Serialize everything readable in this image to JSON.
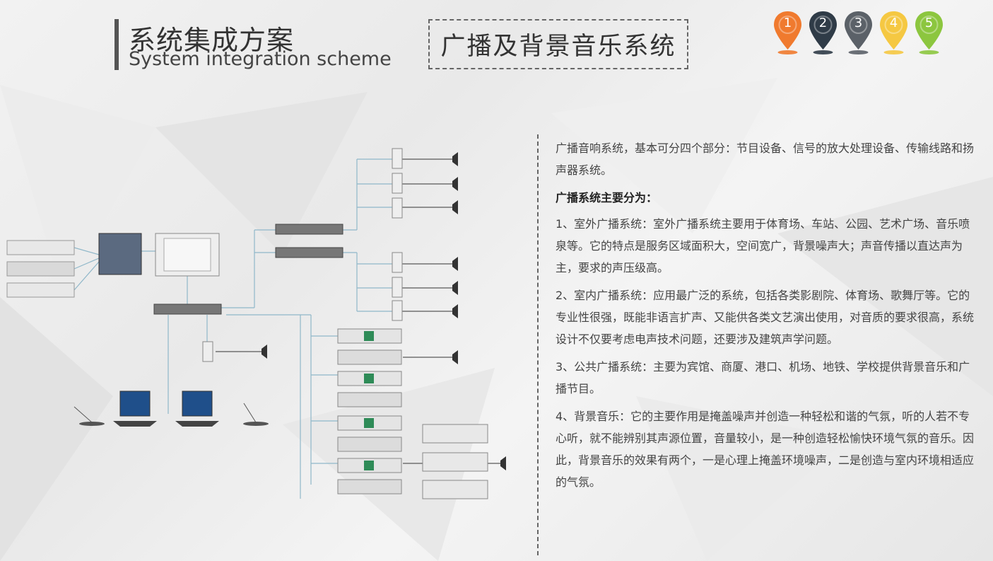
{
  "header": {
    "title_cn": "系统集成方案",
    "title_en": "System integration scheme",
    "subject": "广播及背景音乐系统"
  },
  "nav_pins": [
    {
      "label": "1",
      "color": "#f07a2e"
    },
    {
      "label": "2",
      "color": "#2f3b47"
    },
    {
      "label": "3",
      "color": "#5b6168"
    },
    {
      "label": "4",
      "color": "#f5c842"
    },
    {
      "label": "5",
      "color": "#8cc63f"
    }
  ],
  "content": {
    "intro": "广播音响系统，基本可分四个部分：节目设备、信号的放大处理设备、传输线路和扬声器系统。",
    "heading": "广播系统主要分为：",
    "items": [
      "1、室外广播系统：室外广播系统主要用于体育场、车站、公园、艺术广场、音乐喷泉等。它的特点是服务区域面积大，空间宽广，背景噪声大；声音传播以直达声为主，要求的声压级高。",
      "2、室内广播系统：应用最广泛的系统，包括各类影剧院、体育场、歌舞厅等。它的专业性很强，既能非语言扩声、又能供各类文艺演出使用，对音质的要求很高，系统设计不仅要考虑电声技术问题，还要涉及建筑声学问题。",
      "3、公共广播系统：主要为宾馆、商厦、港口、机场、地铁、学校提供背景音乐和广播节目。",
      "4、背景音乐：它的主要作用是掩盖噪声并创造一种轻松和谐的气氛，听的人若不专心听，就不能辨别其声源位置，音量较小，是一种创造轻松愉快环境气氛的音乐。因此，背景音乐的效果有两个，一是心理上掩盖环境噪声，二是创造与室内环境相适应的气氛。"
    ]
  },
  "diagram": {
    "image_alt": ""
  }
}
